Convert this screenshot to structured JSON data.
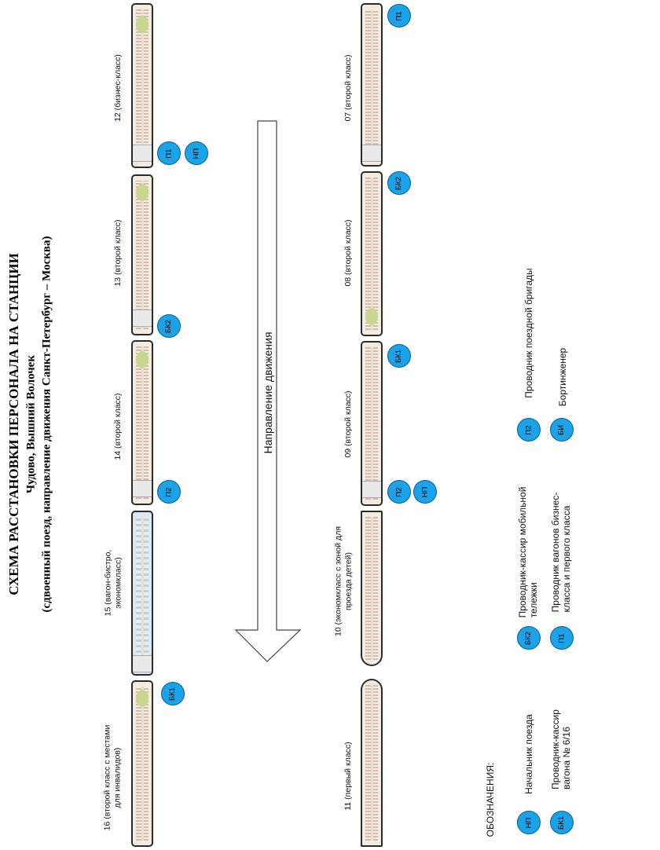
{
  "title": {
    "line1": "СХЕМА РАССТАНОВКИ ПЕРСОНАЛА НА СТАНЦИИ",
    "line2": "Чудово, Вышний Волочек",
    "line3": "(сдвоенный поезд, направление движения Санкт-Петербург – Москва)"
  },
  "direction_label": "Направление движения",
  "cars": {
    "c12": "12 (бизнес-класс)",
    "c13": "13 (второй класс)",
    "c14": "14 (второй класс)",
    "c15": "15 (вагон-бистро, эконом класс)",
    "c16": "16 (второй класс с местами для инвалидов)",
    "c07": "07 (второй класс)",
    "c08": "08 (второй класс)",
    "c09": "09 (второй класс)",
    "c10": "10 (экономкласс с зоной для проезда детей)",
    "c11": "11 (первый класс)"
  },
  "badges": {
    "p1": "П1",
    "np": "НП",
    "bk2": "БК2",
    "p2": "П2",
    "bk1": "БК1",
    "bi": "БИ"
  },
  "legend": {
    "heading": "ОБОЗНАЧЕНИЯ:",
    "np": "Начальник поезда",
    "bk1": "Проводник-кассир вагона № 6/16",
    "bk2": "Проводник-кассир мобильной тележки",
    "p1": "Проводник вагонов бизнес-класса и первого класса",
    "p2": "Проводник поездной бригады",
    "bi": "Бортинженер"
  },
  "colors": {
    "badge": "#1aa3e8",
    "seats": "#d2a69e",
    "bistro": "#dde7f2"
  }
}
